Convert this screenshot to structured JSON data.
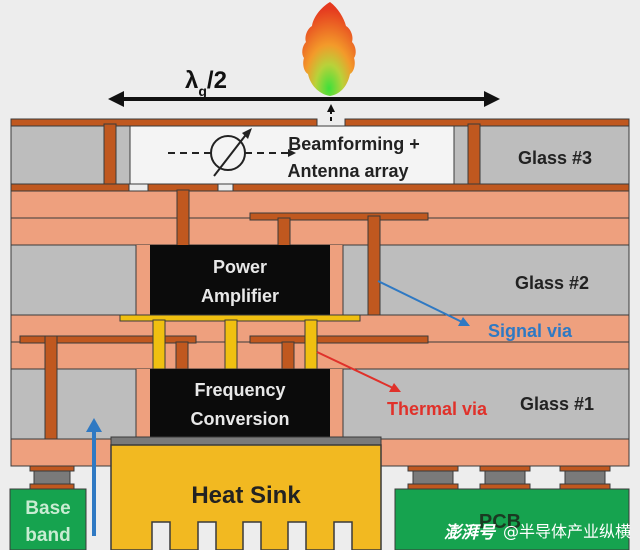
{
  "colors": {
    "background": "#ededed",
    "copper": "#c0581f",
    "dielectric": "#eea07e",
    "glass": "#bdbdbd",
    "outline": "#3a3a3a",
    "chip": "#0b0b0b",
    "thermal": "#f0c010",
    "heat_sink": "#f2b921",
    "pcb": "#16a34f",
    "signal_arrow": "#2f79c3",
    "thermal_arrow": "#e0312a",
    "text_dark": "#222222",
    "text_light": "#e8e8e8"
  },
  "labels": {
    "wavelength": "λ",
    "wavelength_sub": "g",
    "wavelength_suffix": "/2",
    "beamforming_line1": "Beamforming +",
    "beamforming_line2": "Antenna array",
    "glass3": "Glass #3",
    "glass2": "Glass #2",
    "glass1": "Glass #1",
    "pa_line1": "Power",
    "pa_line2": "Amplifier",
    "fc_line1": "Frequency",
    "fc_line2": "Conversion",
    "signal_via": "Signal via",
    "thermal_via": "Thermal via",
    "heat_sink": "Heat Sink",
    "baseband_line1": "Base",
    "baseband_line2": "band",
    "pcb": "PCB",
    "watermark_logo": "澎湃号",
    "watermark_text": "@半导体产业纵横"
  }
}
